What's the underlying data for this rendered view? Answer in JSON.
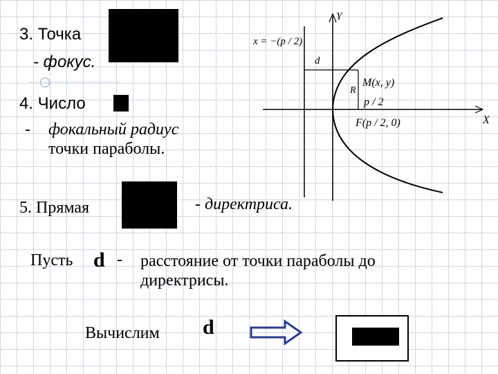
{
  "slide": {
    "item3_label": "3. Точка",
    "item3_desc": "- фокус.",
    "item4_label": "4. Число",
    "item4_dash": "-",
    "item4_desc1": "фокальный радиус",
    "item4_desc2": "точки параболы.",
    "item5_label": "5. Прямая",
    "item5_desc": "-  директриса.",
    "let_word": "Пусть",
    "let_symbol": "d",
    "let_dash": "-",
    "let_desc1": "расстояние от точки параболы до",
    "let_desc2": "директрисы.",
    "compute_word": "Вычислим",
    "compute_symbol": "d"
  },
  "diagram": {
    "directrix_label": "x = −(p / 2)",
    "y_axis_label": "Y",
    "x_axis_label": "X",
    "d_label": "d",
    "point_label": "M(x, y)",
    "r_label": "R",
    "half_p_label": "p / 2",
    "focus_label": "F(p / 2, 0)"
  }
}
